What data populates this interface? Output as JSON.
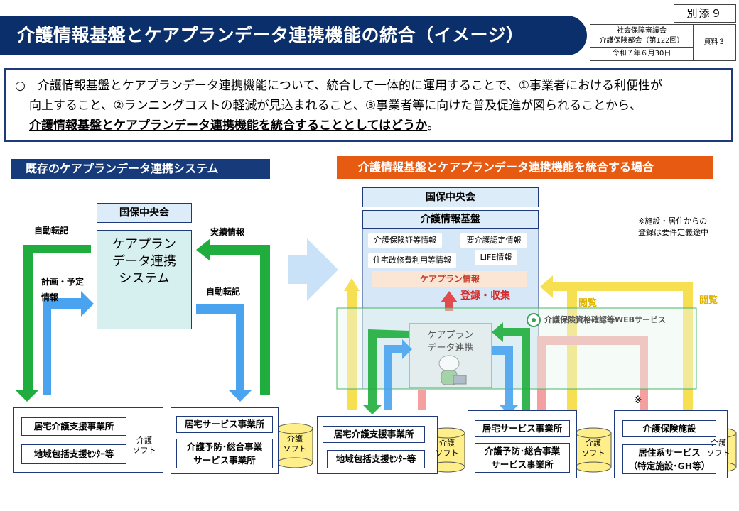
{
  "header": {
    "title": "介護情報基盤とケアプランデータ連携機能の統合（イメージ）",
    "attachment": "別添９",
    "meeting_line1": "社会保障審議会",
    "meeting_line2": "介護保険部会（第122回）",
    "material": "資料３",
    "date": "令和７年６月30日"
  },
  "summary": {
    "line1": "○　介護情報基盤とケアプランデータ連携機能について、統合して一体的に運用することで、①事業者における利便性が",
    "line2": "向上すること、②ランニングコストの軽減が見込まれること、③事業者等に向けた普及促進が図られることから、",
    "line3_emph": "介護情報基盤とケアプランデータ連携機能を統合することとしてはどうか",
    "line3_end": "。"
  },
  "left": {
    "section_title": "既存のケアプランデータ連携システム",
    "org": "国保中央会",
    "system_line1": "ケアプラン",
    "system_line2": "データ連携",
    "system_line3": "システム",
    "label_auto_top": "自動転記",
    "label_plan_1": "計画・予定",
    "label_plan_2": "情報",
    "label_results": "実績情報",
    "label_auto_right": "自動転記",
    "office_care_support": "居宅介護支援事業所",
    "office_regional": "地域包括支援ｾﾝﾀｰ等",
    "office_home_service": "居宅サービス事業所",
    "office_prevention_1": "介護予防･総合事業",
    "office_prevention_2": "サービス事業所",
    "soft_a1": "介護",
    "soft_a2": "ソフト",
    "soft_b1": "介護",
    "soft_b2": "ソフト"
  },
  "right": {
    "section_title": "介護情報基盤とケアプランデータ連携機能を統合する場合",
    "org": "国保中央会",
    "platform": "介護情報基盤",
    "info_insurance": "介護保険証等情報",
    "info_certification": "要介護認定情報",
    "info_renovation": "住宅改修費利用等情報",
    "info_life": "LIFE情報",
    "info_careplan": "ケアプラン情報",
    "register_collect": "登録・収集",
    "web_service": "介護保険資格確認等WEBサービス",
    "careplan_1": "ケアプラン",
    "careplan_2": "データ連携",
    "view_1": "閲覧",
    "view_2": "閲覧",
    "note_1": "※施設・居住からの",
    "note_2": "登録は要件定義途中",
    "asterisk": "※",
    "office_care_support": "居宅介護支援事業所",
    "office_regional": "地域包括支援ｾﾝﾀｰ等",
    "office_home_service": "居宅サービス事業所",
    "office_prevention_1": "介護予防･総合事業",
    "office_prevention_2": "サービス事業所",
    "office_facility": "介護保険施設",
    "office_residential_1": "居住系サービス",
    "office_residential_2": "（特定施設･GH等）",
    "soft_1": "介護",
    "soft_2": "ソフト"
  },
  "colors": {
    "navy": "#0b2f6b",
    "orange": "#e65a12",
    "green": "#1fae3d",
    "blue": "#4aa3ee",
    "yellow": "#f7df52",
    "pink": "#f4a0a0",
    "red": "#d62828"
  }
}
